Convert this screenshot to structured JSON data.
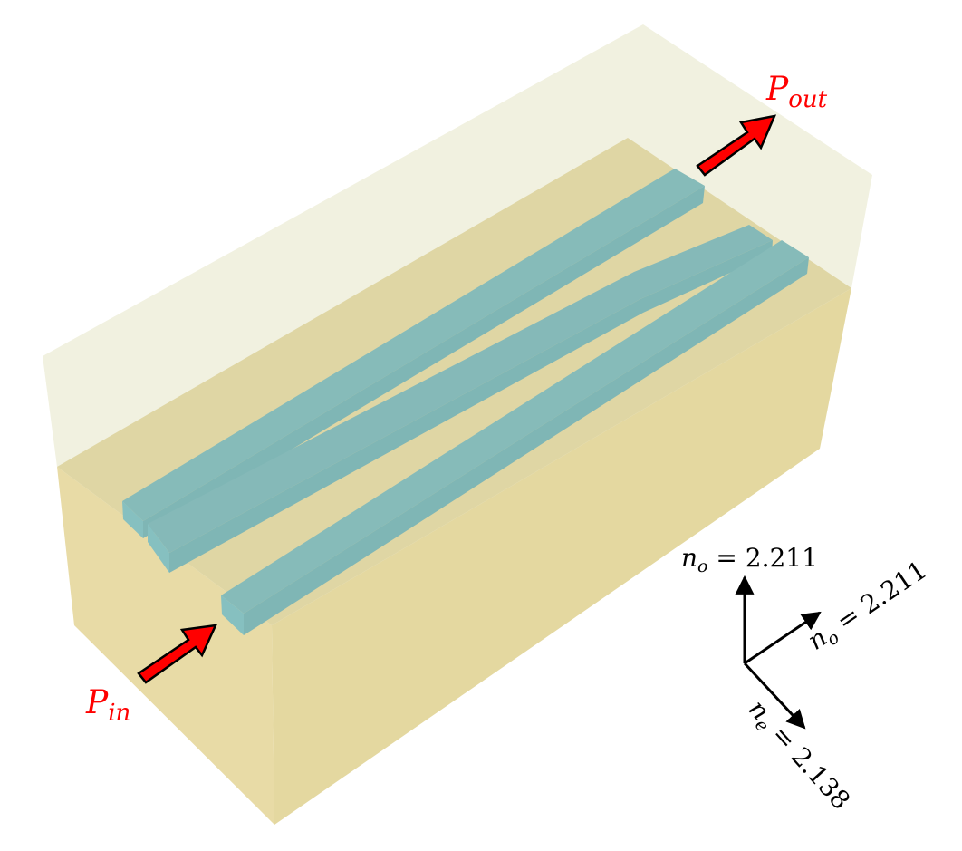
{
  "figure": {
    "title": "Directional coupler waveguides on anisotropic crystal substrate",
    "colors": {
      "background": "#ffffff",
      "cladding": "#f1f1e0",
      "substrate_top": "#dfd6a4",
      "substrate_front_left": "#e8dba6",
      "substrate_front_right": "#e4d8a0",
      "waveguide_top": "#86bbb9",
      "waveguide_side": "#7fb8b8",
      "waveguide_front": "#86c0c0",
      "arrow_fill": "#ff0000",
      "arrow_stroke": "#000000",
      "label_red": "#ff0000",
      "axis_color": "#000000"
    },
    "labels": {
      "p_in": {
        "base": "P",
        "sub": "in"
      },
      "p_out": {
        "base": "P",
        "sub": "out"
      }
    },
    "axes": [
      {
        "id": "vertical",
        "symbol": "n",
        "sub": "o",
        "eq": " = ",
        "value": "2.211",
        "direction": "up"
      },
      {
        "id": "diagonal-up-right",
        "symbol": "n",
        "sub": "o",
        "eq": " = ",
        "value": "2.211",
        "direction": "up-right"
      },
      {
        "id": "diagonal-down-right",
        "symbol": "n",
        "sub": "e",
        "eq": " = ",
        "value": "2.138",
        "direction": "down-right"
      }
    ],
    "waveguide_count": 3
  }
}
